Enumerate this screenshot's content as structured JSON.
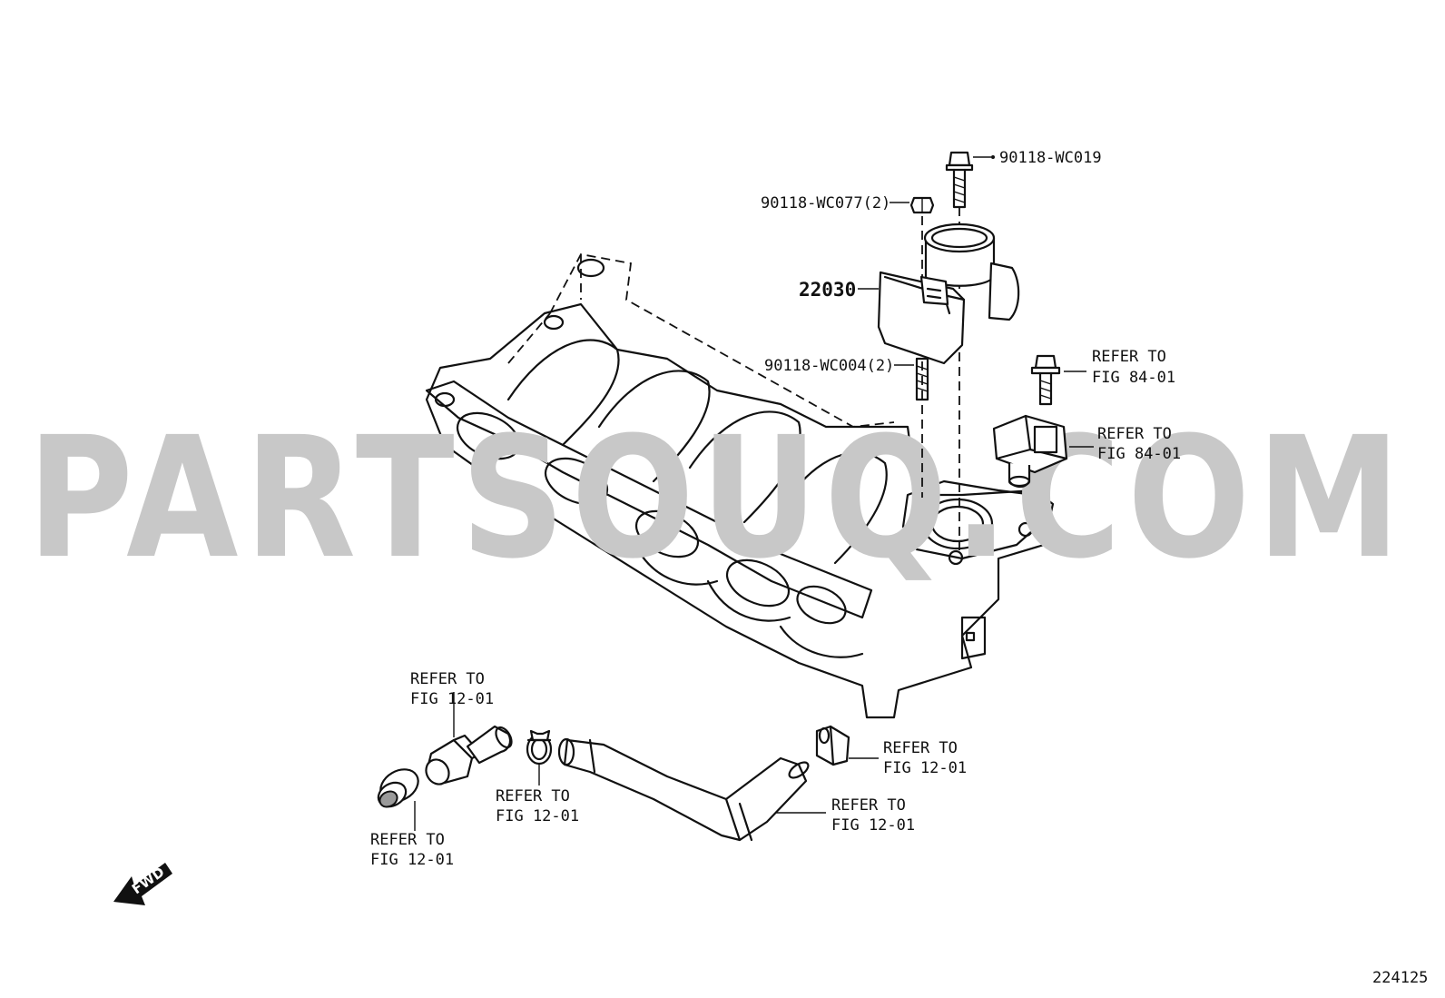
{
  "watermark": "PARTSOUQ.COM",
  "callouts": {
    "bolt_top": "90118-WC019",
    "nut": "90118-WC077(2)",
    "throttle_body": "22030",
    "stud": "90118-WC004(2)",
    "refer_bolt_1": "REFER TO",
    "refer_bolt_2": "FIG 84-01",
    "refer_sensor_1": "REFER TO",
    "refer_sensor_2": "FIG 84-01",
    "refer_pcv_1": "REFER TO",
    "refer_pcv_2": "FIG 12-01",
    "refer_grommet_1": "REFER TO",
    "refer_grommet_2": "FIG 12-01",
    "refer_clamp_1": "REFER TO",
    "refer_clamp_2": "FIG 12-01",
    "refer_clip_1": "REFER TO",
    "refer_clip_2": "FIG 12-01",
    "refer_hose_1": "REFER TO",
    "refer_hose_2": "FIG 12-01"
  },
  "fwd_label": "FWD",
  "figure_number": "224125",
  "icons": {
    "forward": "fwd-arrow-icon"
  }
}
